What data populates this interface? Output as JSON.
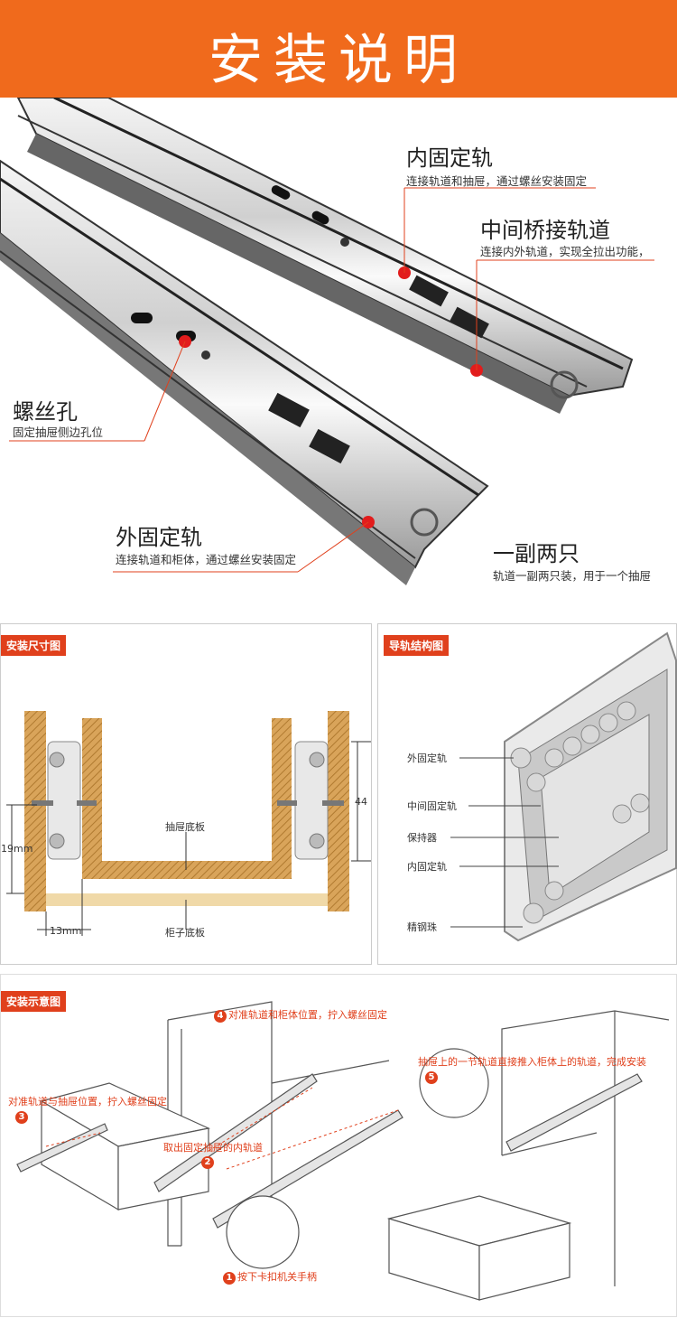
{
  "header": {
    "title": "安装说明"
  },
  "callouts": {
    "inner_rail": {
      "title": "内固定轨",
      "desc": "连接轨道和抽屉，通过螺丝安装固定"
    },
    "middle_rail": {
      "title": "中间桥接轨道",
      "desc": "连接内外轨道，实现全拉出功能，"
    },
    "screw_hole": {
      "title": "螺丝孔",
      "desc": "固定抽屉侧边孔位"
    },
    "outer_rail": {
      "title": "外固定轨",
      "desc": "连接轨道和柜体，通过螺丝安装固定"
    },
    "pair": {
      "title": "一副两只",
      "desc": "轨道一副两只装，用于一个抽屉"
    }
  },
  "dimension_panel": {
    "tag": "安装尺寸图",
    "drawer_bottom": "抽屉底板",
    "cabinet_bottom": "柜子底板",
    "dim_19": "19mm",
    "dim_13": "13mm",
    "dim_44": "44"
  },
  "structure_panel": {
    "tag": "导轨结构图",
    "labels": [
      "外固定轨",
      "中间固定轨",
      "保持器",
      "内固定轨",
      "精钢珠"
    ]
  },
  "install_panel": {
    "tag": "安装示意图",
    "step4": "对准轨道和柜体位置，拧入螺丝固定",
    "step3": "对准轨道与抽屉位置，拧入螺丝固定",
    "step2": "取出固定抽屉的内轨道",
    "step1": "按下卡扣机关手柄",
    "step5": "抽屉上的一节轨道直接推入柜体上的轨道，完成安装",
    "n1": "1",
    "n2": "2",
    "n3": "3",
    "n4": "4",
    "n5": "5"
  },
  "colors": {
    "accent": "#f06a1c",
    "red": "#e0401c",
    "wood": "#d9a45a"
  }
}
